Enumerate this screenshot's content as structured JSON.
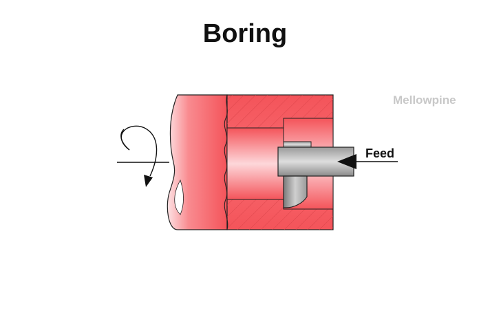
{
  "title": "Boring",
  "watermark": "Mellowpine",
  "feed_label": "Feed",
  "colors": {
    "workpiece": "#f4545a",
    "workpiece_light": "#fbd0d3",
    "bore": "#f76a70",
    "tool": "#8e8e8e",
    "tool_light": "#d4d4d4",
    "outline": "#222222"
  },
  "icons": {
    "rotation": "rotation-arrow-icon",
    "feed": "feed-arrow-icon"
  }
}
